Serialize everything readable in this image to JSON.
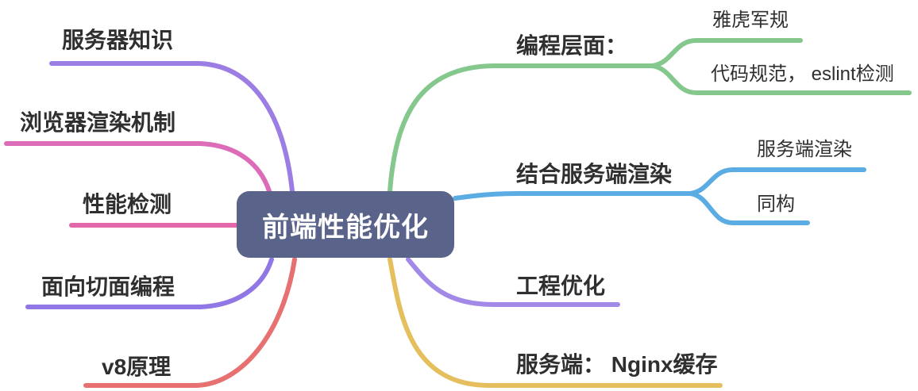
{
  "canvas": {
    "background_color": "#ffffff"
  },
  "root": {
    "label": "前端性能优化",
    "bg_color": "#5a6389",
    "text_color": "#ffffff"
  },
  "label_text_color": "#2f2f2f",
  "left_branches": [
    {
      "label": "服务器知识",
      "color": "#9b7de4"
    },
    {
      "label": "浏览器渲染机制",
      "color": "#dd6cb8"
    },
    {
      "label": "性能检测",
      "color": "#e268ab"
    },
    {
      "label": "面向切面编程",
      "color": "#9177e6"
    },
    {
      "label": "v8原理",
      "color": "#e77070"
    }
  ],
  "right_branches": [
    {
      "label": "编程层面：",
      "color": "#85c88e",
      "children": [
        {
          "label": "雅虎军规"
        },
        {
          "label": "代码规范， eslint检测"
        }
      ]
    },
    {
      "label": "结合服务端渲染",
      "color": "#5cace4",
      "children": [
        {
          "label": "服务端渲染"
        },
        {
          "label": "同构"
        }
      ]
    },
    {
      "label": "工程优化",
      "color": "#a289e8",
      "children": []
    },
    {
      "label": "服务端： Nginx缓存",
      "color": "#e5bf5e",
      "children": []
    }
  ]
}
